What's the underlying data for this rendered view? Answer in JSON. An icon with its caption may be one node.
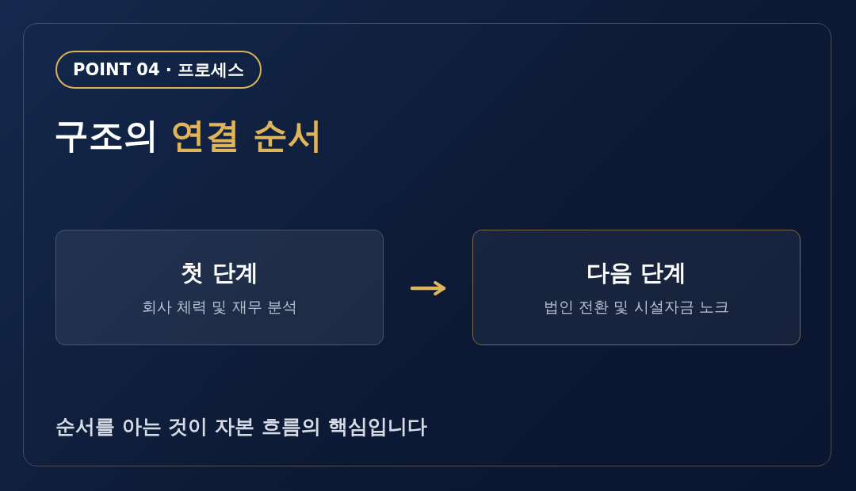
{
  "diagram": {
    "title": "구조의 연결 순서",
    "caption": "순서를 아는 것이 자본 흐름의 핵심입니다",
    "nodes": [
      {
        "text": [
          "POINT 04 · 프로세스"
        ]
      },
      {
        "text": [
          "첫 단계",
          "회사 체력 및 재무 분석"
        ]
      },
      {
        "text": [
          "다음 단계",
          "법인 전환 및 시설자금 노크"
        ]
      }
    ],
    "edges": [
      {
        "from": 1,
        "to": 2,
        "arrow": "to"
      }
    ]
  }
}
